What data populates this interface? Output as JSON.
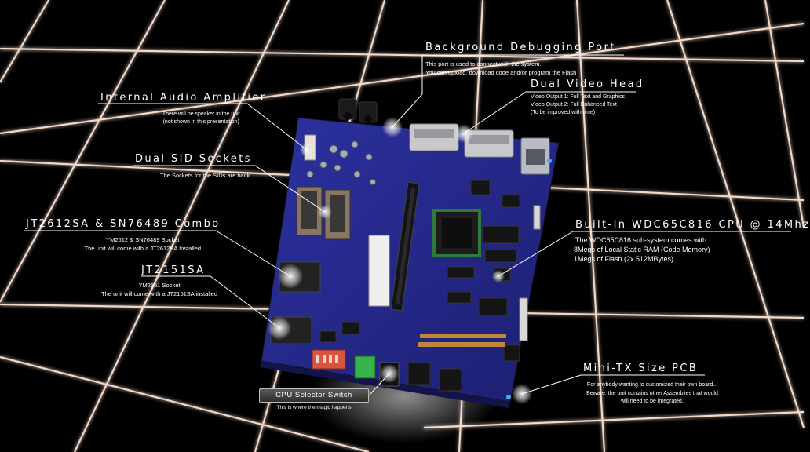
{
  "callouts": {
    "debug_port": {
      "title": "Background Debugging Port",
      "lines": [
        "This port is used to connect with the system.",
        "You can upload, download code and/or program the Flash"
      ]
    },
    "video_head": {
      "title": "Dual Video Head",
      "lines": [
        "Video Output 1: Full Text and Graphics",
        "Video Output 2: Full Enhanced Text",
        "(To be improved with time)"
      ]
    },
    "audio_amp": {
      "title": "Internal Audio Amplifier",
      "lines": [
        "There will be speaker in the unit",
        "(not shown in this presentation)"
      ]
    },
    "sid_sockets": {
      "title": "Dual SID Sockets",
      "lines": [
        "The Sockets for the SIDs are back..."
      ]
    },
    "jt2612": {
      "title": "JT2612SA & SN76489 Combo",
      "lines": [
        "YM2612 & SN76489 Socket",
        "The unit will come with a JT2612SA Installed"
      ]
    },
    "jt2151": {
      "title": "JT2151SA",
      "lines": [
        "YM2151 Socket",
        "The unit will come with a JT2151SA installed"
      ]
    },
    "cpu": {
      "title": "Built-In WDC65C816 CPU @ 14Mhz",
      "lines": [
        "The WDC65C816 sub-system comes with:",
        "8Megs of Local Static RAM (Code Memory)",
        "1Megs of Flash (2x 512MBytes)"
      ]
    },
    "mini_tx": {
      "title": "Mini-TX Size PCB",
      "lines": [
        "For anybody wanting to customized their own board...",
        "Beware, the unit contains other Assemblies that would",
        "will need to be integrated."
      ]
    }
  },
  "cpu_selector": {
    "button_label": "CPU Selector Switch",
    "subtitle": "This is where the magic happens"
  },
  "colors": {
    "background": "#000000",
    "grid_glow": "#ffe2d2",
    "pcb": "#262a8c",
    "fpga_green": "#2f7a3b",
    "connector_green": "#38b24a",
    "dip_switch": "#d9553f",
    "led_blue": "#4aa8ff"
  }
}
